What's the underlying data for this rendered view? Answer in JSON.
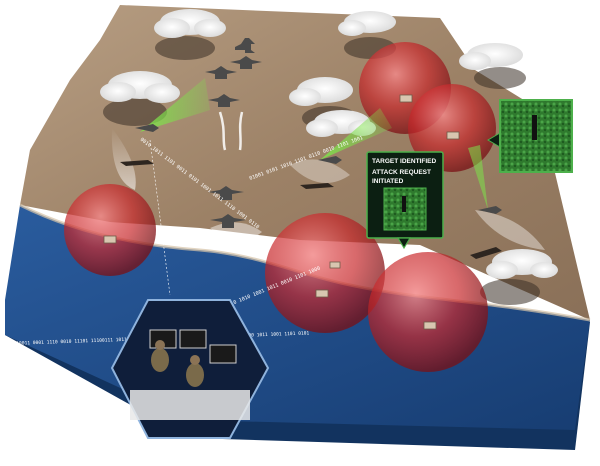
{
  "callout": {
    "line1": "TARGET IDENTIFIED",
    "line2": "ATTACK REQUEST",
    "line3": "INITIATED"
  },
  "data_streams": {
    "top_left": "0010 1011 1101 0011 0101 1001 1011 1110 1001 0110",
    "top_right": "01001 0101 1010 1101 0110 0010 1101 1001",
    "center": "01101 1101 0110 1010 1001 1011 0010 1101 1000",
    "bottom": "00110011 0001 1110 0010 11101 11100111 1011 0010 1101 0110 1010 0010 1011 01001 1010 0100 1011 1001 1101 0101"
  },
  "colors": {
    "land": "#a98f73",
    "sea": "#1f4d8a",
    "threat_dome": "#c8292c",
    "sensor_beam": "#6cd33b",
    "callout_bg": "#0c1f12",
    "callout_border": "#4db04b"
  }
}
